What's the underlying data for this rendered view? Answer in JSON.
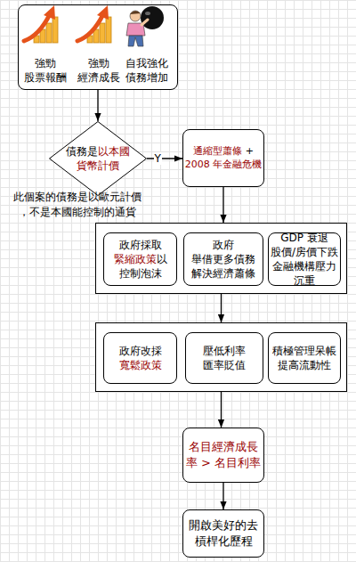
{
  "diagram": {
    "nodes": [
      {
        "text": [
          "強勁 股票報酬",
          "強勁 經濟成長",
          "自我強化 債務增加"
        ]
      },
      {
        "text": [
          "債務是以本國 貨幣計價"
        ]
      },
      {
        "text": [
          "通縮型蕭條 + 2008 年金融危機"
        ]
      },
      {
        "text": []
      },
      {
        "text": [
          "政府採取 緊縮政策以 控制泡沫"
        ],
        "in": 3
      },
      {
        "text": [
          "政府 舉借更多債務 解決經濟蕭條"
        ],
        "in": 3
      },
      {
        "text": [
          "GDP 衰退 股價/房價下跌 金融機構壓力 沉重"
        ],
        "in": 3
      },
      {
        "text": []
      },
      {
        "text": [
          "政府改採 寬鬆政策"
        ],
        "in": 7
      },
      {
        "text": [
          "壓低利率 匯率貶值"
        ],
        "in": 7
      },
      {
        "text": [
          "積極管理呆帳 提高流動性"
        ],
        "in": 7
      },
      {
        "text": [
          "名目經濟成長 率 > 名目利率"
        ]
      },
      {
        "text": [
          "開啟美好的去 槓桿化歷程"
        ]
      }
    ],
    "edges": [
      {
        "from": 0,
        "to": 1,
        "arrow": "to"
      },
      {
        "from": 1,
        "to": 2,
        "label": "Y",
        "arrow": "to"
      },
      {
        "from": 2,
        "to": 3,
        "arrow": "to"
      },
      {
        "from": 3,
        "to": 7,
        "arrow": "to"
      },
      {
        "from": 7,
        "to": 11,
        "arrow": "to"
      },
      {
        "from": 11,
        "to": 12,
        "arrow": "to"
      }
    ],
    "labels": [
      "此個案的債務是以歐元計價 ，不是本國能控制的通貨"
    ]
  }
}
